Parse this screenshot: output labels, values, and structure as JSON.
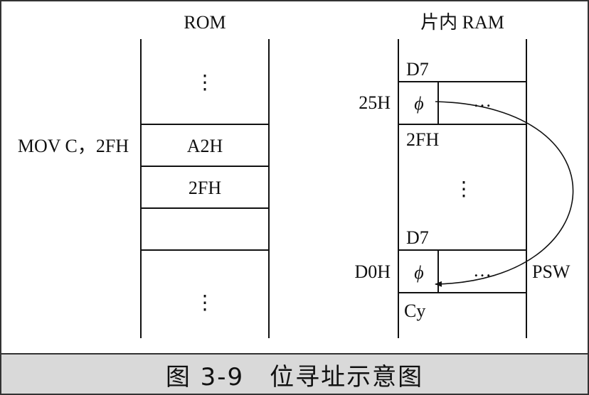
{
  "rom": {
    "title": "ROM",
    "instruction_label": "MOV C，2FH",
    "cells": [
      "A2H",
      "2FH",
      ""
    ],
    "top_ellipsis": "⋮",
    "bottom_ellipsis": "⋮"
  },
  "ram": {
    "title": "片内 RAM",
    "upper_bit_label": "D7",
    "upper_address": "25H",
    "upper_bit_symbol": "ϕ",
    "upper_dots": "…",
    "upper_bit_address": "2FH",
    "middle_ellipsis": "⋮",
    "lower_bit_label": "D7",
    "lower_address": "D0H",
    "lower_bit_symbol": "ϕ",
    "lower_dots": "…",
    "lower_register": "PSW",
    "lower_bit_name": "Cy"
  },
  "caption": "图 3-9　位寻址示意图",
  "colors": {
    "line": "#111111",
    "caption_bg": "#d9d9d9"
  }
}
